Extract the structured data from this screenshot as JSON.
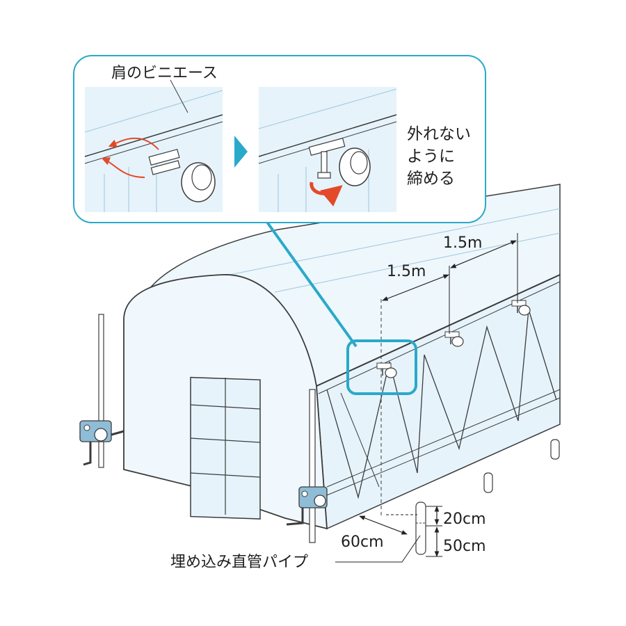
{
  "callout": {
    "shoulder_label": "肩のビニエース",
    "instruction_lines": [
      "外れない",
      "ように",
      "締める"
    ]
  },
  "dimensions": {
    "spacing_1": "1.5m",
    "spacing_2": "1.5m",
    "side_offset": "60cm",
    "above_ground": "20cm",
    "buried_depth": "50cm"
  },
  "labels": {
    "embedded_pipe": "埋め込み直管パイプ"
  },
  "colors": {
    "house_fill": "#e6f3fb",
    "house_fill_light": "#f1f8fd",
    "outline": "#3b3b3b",
    "accent": "#2aa9c9",
    "arrow_red": "#e34a2a",
    "clamp_blue": "#8fbcd6"
  }
}
